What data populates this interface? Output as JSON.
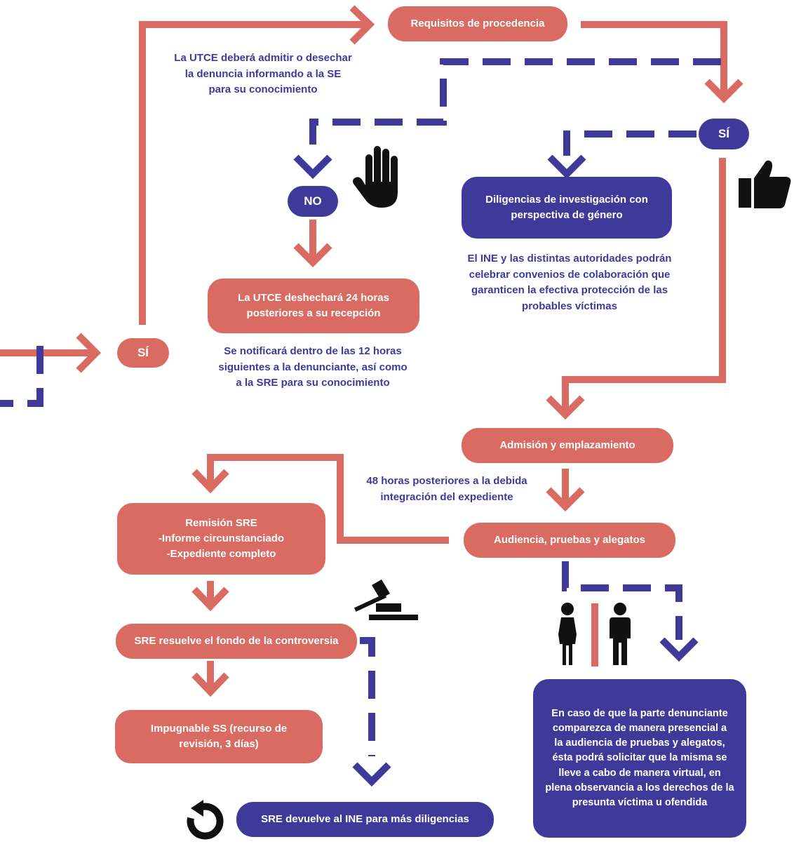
{
  "colors": {
    "coral": "#d96b63",
    "indigo": "#3f3a9a",
    "black": "#111111"
  },
  "nodes": {
    "requisitos": "Requisitos de procedencia",
    "si_top": "SÍ",
    "no": "NO",
    "si_left": "SÍ",
    "diligencias": "Diligencias de investigación con\nperspectiva de género",
    "utce_desechara": "La UTCE deshechará 24 horas\nposteriores a su recepción",
    "admision": "Admisión y emplazamiento",
    "audiencia": "Audiencia, pruebas y alegatos",
    "remision": "Remisión SRE\n-Informe circunstanciado\n-Expediente completo",
    "sre_resuelve": "SRE resuelve el fondo de la controversia",
    "impugnable": "Impugnable SS (recurso de\nrevisión, 3 días)",
    "sre_devuelve": "SRE devuelve al INE para más diligencias",
    "caso_presencial": "En caso de que la parte denunciante\ncomparezca de manera presencial a\nla audiencia de pruebas y alegatos,\nésta podrá solicitar que la misma se\nlleve a cabo de manera virtual, en\nplena observancia a los derechos de la\npresunta víctima u ofendida"
  },
  "notes": {
    "utce_admitir": "La UTCE deberá admitir o desechar\nla denuncia informando a la SE\npara su conocimiento",
    "convenios": "El INE y las distintas autoridades podrán\ncelebrar convenios de colaboración que\ngaranticen la efectiva protección de las\nprobables víctimas",
    "notificara": "Se notificará dentro de las 12 horas\nsiguientes a la denunciante, así como\na la SRE para su conocimiento",
    "horas48": "48 horas posteriores a la debida\nintegración del expediente"
  },
  "icons": [
    "stop-hand-icon",
    "thumbs-up-icon",
    "gavel-icon",
    "woman-icon",
    "man-icon",
    "undo-arrow-icon"
  ]
}
